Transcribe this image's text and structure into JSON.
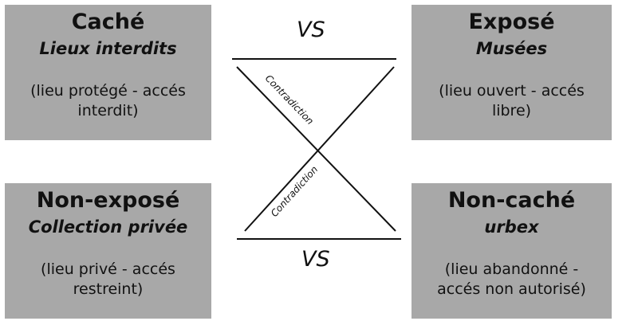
{
  "boxes": {
    "top_left": {
      "title": "Caché",
      "subtitle": "Lieux interdits",
      "desc_line1": "(lieu protégé - accés",
      "desc_line2": "interdit)"
    },
    "top_right": {
      "title": "Exposé",
      "subtitle": "Musées",
      "desc_line1": "(lieu ouvert - accés",
      "desc_line2": "libre)"
    },
    "bottom_left": {
      "title": "Non-exposé",
      "subtitle": "Collection privée",
      "desc_line1": "(lieu privé - accés",
      "desc_line2": "restreint)"
    },
    "bottom_right": {
      "title": "Non-caché",
      "subtitle": "urbex",
      "desc_line1": "(lieu abandonné -",
      "desc_line2": "accés non autorisé)"
    }
  },
  "relations": {
    "vs_top": "VS",
    "vs_bottom": "VS",
    "contradiction_upper": "Contradiction",
    "contradiction_lower": "Contradiction"
  },
  "colors": {
    "box_fill": "#a8a8a8",
    "line": "#111111"
  }
}
